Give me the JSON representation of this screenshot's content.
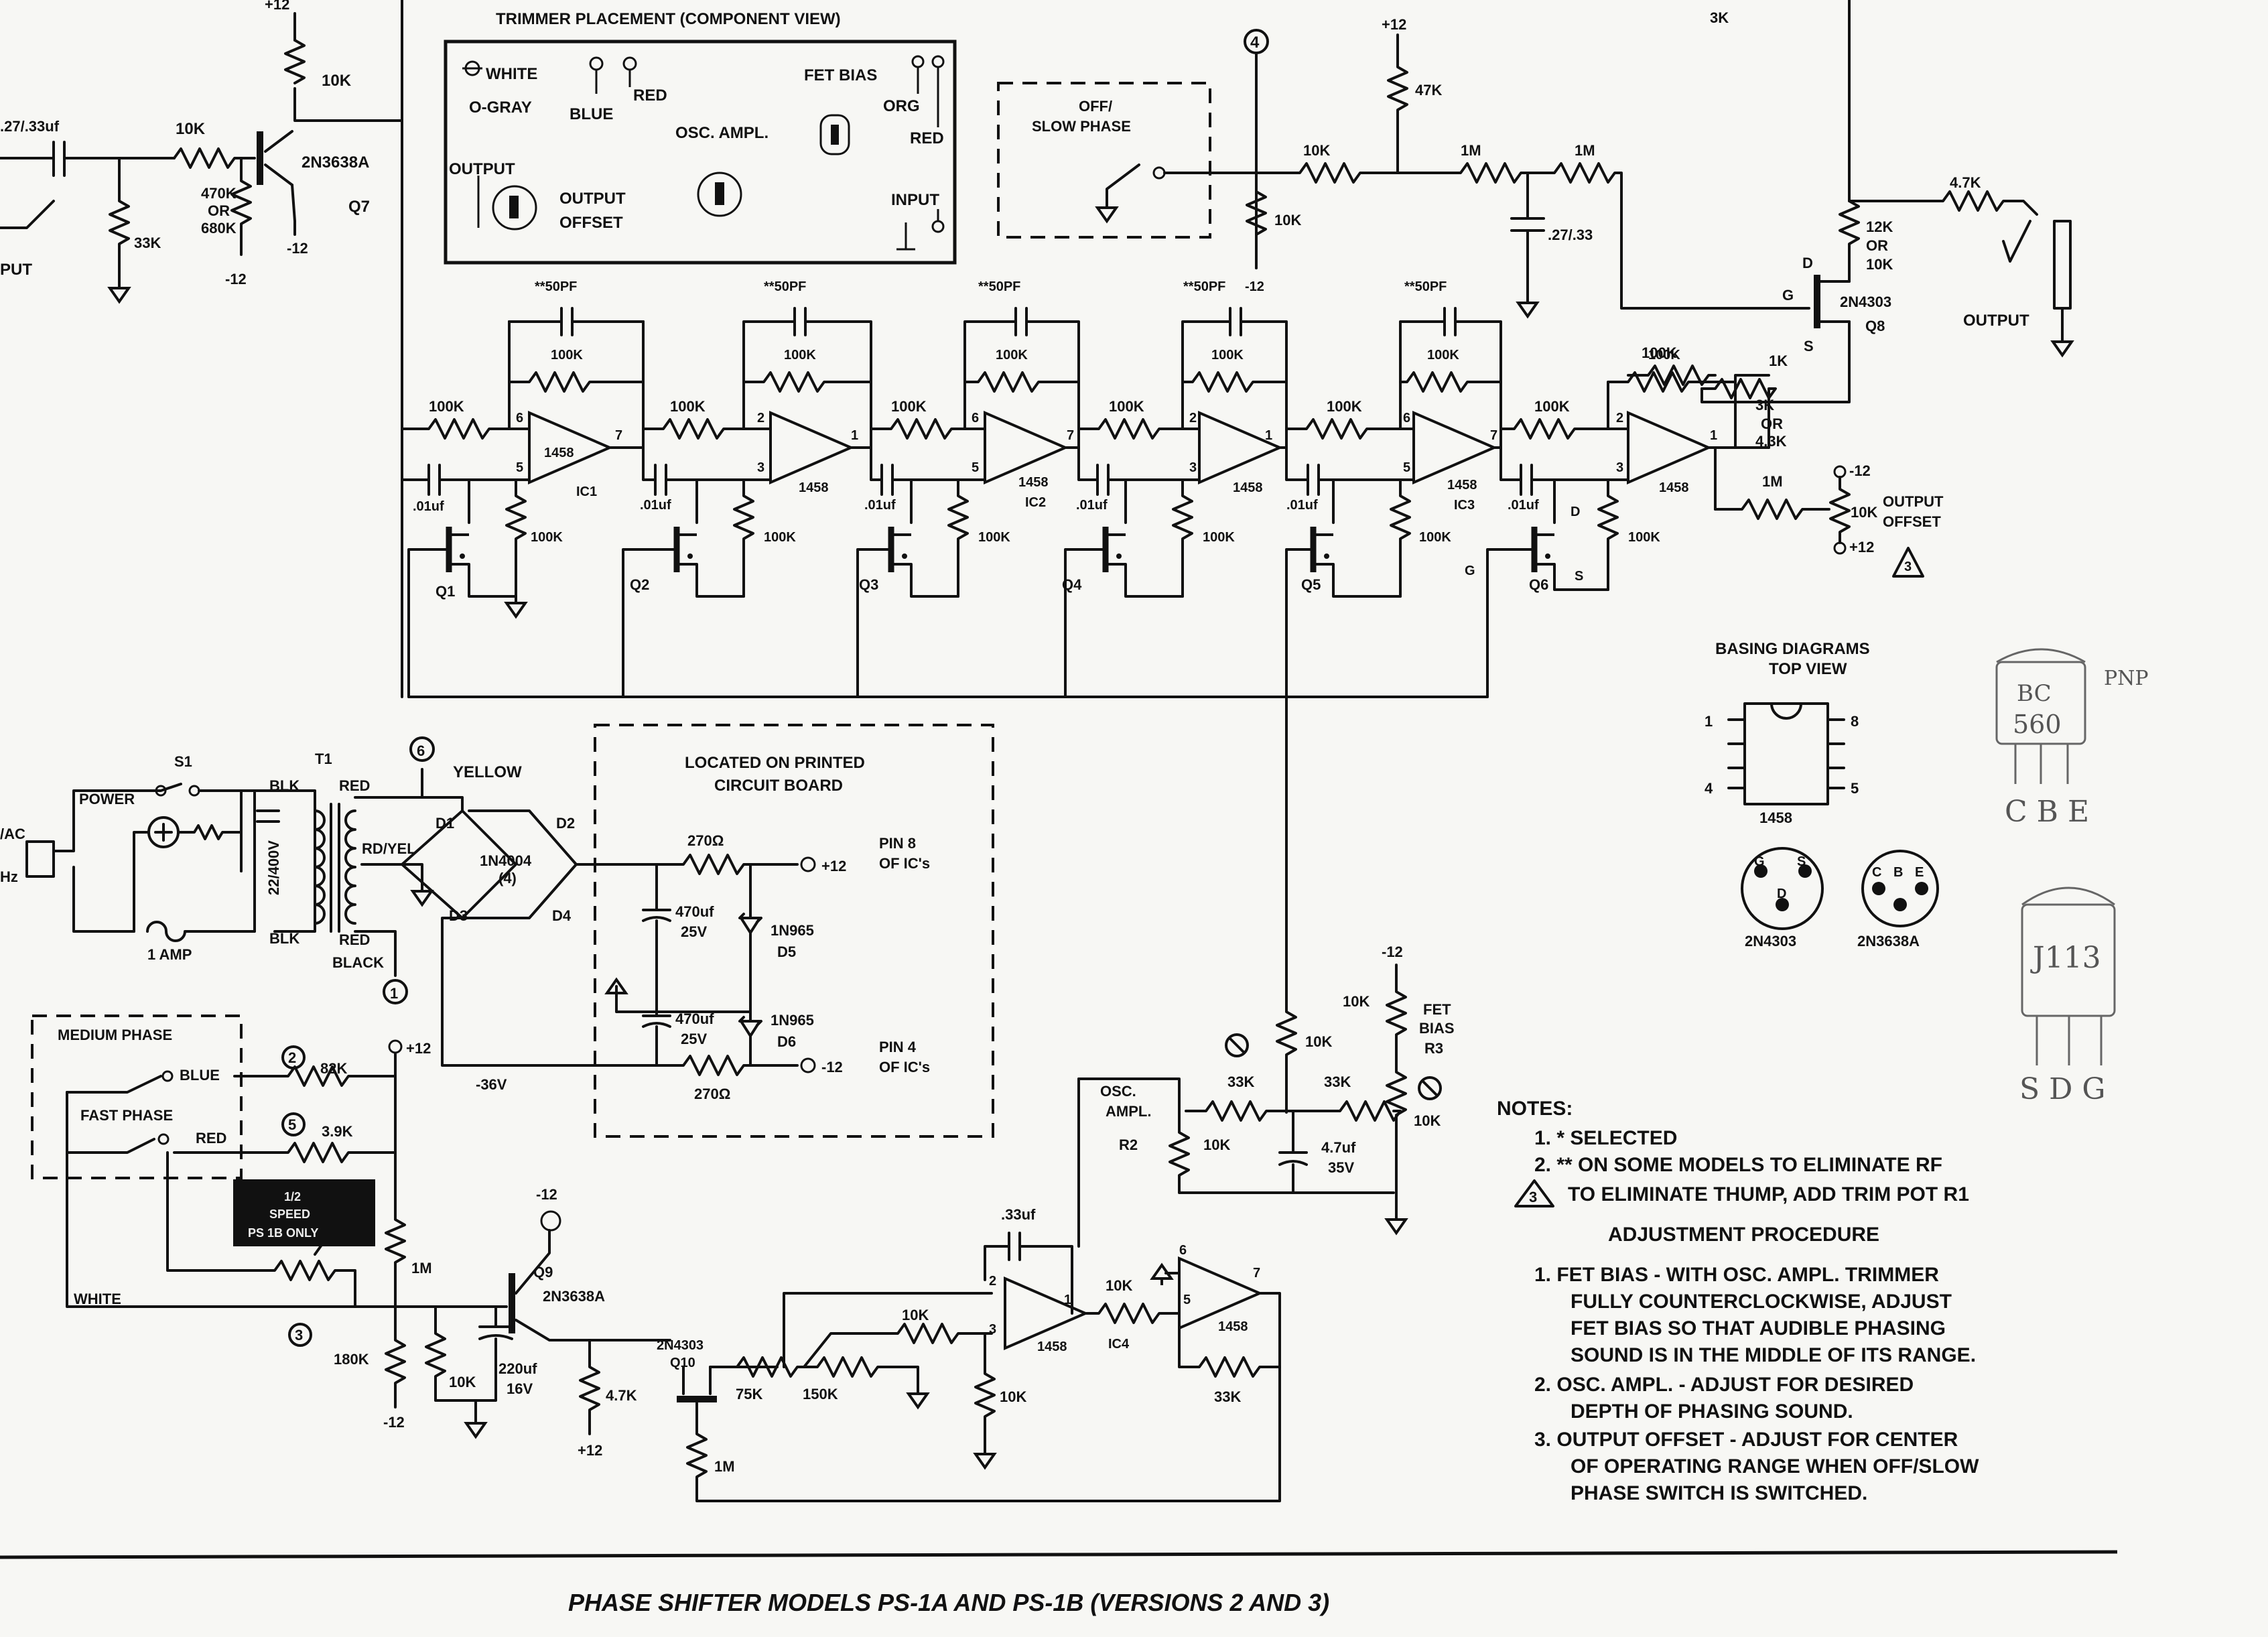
{
  "top_labels": {
    "trimmer_placement": "TRIMMER PLACEMENT (COMPONENT VIEW)",
    "top_right_3k": "3K",
    "input_cap": ".27/.33uf",
    "input_label": "PUT"
  },
  "trimmer_box": {
    "white": "WHITE",
    "gray": "O-GRAY",
    "blue": "BLUE",
    "red": "RED",
    "fet_bias": "FET BIAS",
    "org": "ORG",
    "red2": "RED",
    "osc_ampl": "OSC. AMPL.",
    "output": "OUTPUT",
    "output_offset_1": "OUTPUT",
    "output_offset_2": "OFFSET",
    "input": "INPUT"
  },
  "slow_phase": {
    "line1": "OFF/",
    "line2": "SLOW PHASE"
  },
  "input_stage": {
    "r_10k_top": "10K",
    "r_10k_in": "10K",
    "r_470k": "470K",
    "r_or": "OR",
    "r_680k": "680K",
    "r_33k": "33K",
    "q7_type": "2N3638A",
    "q7": "Q7",
    "plus12": "+12",
    "minus12_a": "-12",
    "minus12_b": "-12"
  },
  "stages": {
    "cap_50pf": "**50PF",
    "r_100k": "100K",
    "cap_01uf": ".01uf",
    "op_1458": "1458",
    "ic1": "IC1",
    "ic2": "IC2",
    "ic3": "IC3",
    "q1": "Q1",
    "q2": "Q2",
    "q3": "Q3",
    "q4": "Q4",
    "q5": "Q5",
    "q6": "Q6",
    "pin2": "2",
    "pin3": "3",
    "pin5": "5",
    "pin6": "6",
    "pin7": "7",
    "pin1": "1",
    "neg12": "-12",
    "d": "D",
    "g": "G",
    "s": "S"
  },
  "output_stage": {
    "node4": "4",
    "plus12": "+12",
    "r_47k": "47K",
    "r_10k": "10K",
    "r_1m_a": "1M",
    "r_1m_b": "1M",
    "r_10k_b": "10K",
    "cap_27": ".27/.33",
    "r_47k_out": "4.7K",
    "r_12k": "12K",
    "r_or": "OR",
    "r_10k_c": "10K",
    "q8_type": "2N4303",
    "q8": "Q8",
    "d": "D",
    "g": "G",
    "s": "S",
    "output": "OUTPUT",
    "r_1k": "1K",
    "r_3k": "3K",
    "r_or2": "OR",
    "r_43k": "4.3K",
    "r_100k": "100K",
    "r_1m_c": "1M",
    "m12": "-12",
    "p12": "+12",
    "pot_10k": "10K",
    "offset_1": "OUTPUT",
    "offset_2": "OFFSET",
    "tri3": "3"
  },
  "basing": {
    "title1": "BASING DIAGRAMS",
    "title2": "TOP VIEW",
    "pin1": "1",
    "pin4": "4",
    "pin8": "8",
    "pin5": "5",
    "ic": "1458",
    "fet": "2N4303",
    "fet_g": "G",
    "fet_s": "S",
    "fet_d": "D",
    "pnp": "2N3638A",
    "pnp_c": "C",
    "pnp_b": "B",
    "pnp_e": "E"
  },
  "handwritten": {
    "bc560_1": "BC",
    "bc560_2": "560",
    "pnp": "PNP",
    "cbe": "C B E",
    "j113": "J113",
    "sdg": "S D G"
  },
  "power_supply": {
    "ac": "/AC",
    "hz": "Hz",
    "s1": "S1",
    "power": "POWER",
    "t1": "T1",
    "blk": "BLK",
    "red": "RED",
    "blk2": "BLK",
    "v22": "22/400V",
    "amp": "1 AMP",
    "node6": "6",
    "yellow": "YELLOW",
    "rdyel": "RD/YEL",
    "red_black_1": "RED",
    "red_black_2": "BLACK",
    "node1": "1",
    "d1": "D1",
    "d2": "D2",
    "d3": "D3",
    "d4": "D4",
    "diode": "1N4004",
    "diode_n": "(4)",
    "v36": "-36V"
  },
  "pcb_box": {
    "line1": "LOCATED ON PRINTED",
    "line2": "CIRCUIT BOARD",
    "r270_a": "270Ω",
    "r270_b": "270Ω",
    "cap470_a": "470uf",
    "v25_a": "25V",
    "cap470_b": "470uf",
    "v25_b": "25V",
    "zener_a": "1N965",
    "d5": "D5",
    "zener_b": "1N965",
    "d6": "D6",
    "plus12": "+12",
    "minus12": "-12",
    "pin8_1": "PIN 8",
    "pin8_2": "OF IC's",
    "pin4_1": "PIN 4",
    "pin4_2": "OF IC's"
  },
  "lfo": {
    "medium": "MEDIUM PHASE",
    "fast": "FAST PHASE",
    "blue": "BLUE",
    "red": "RED",
    "white": "WHITE",
    "node2": "2",
    "node5": "5",
    "node3": "3",
    "r_82k": "82K",
    "r_39k": "3.9K",
    "plus12": "+12",
    "label_1": "1/2",
    "label_2": "SPEED",
    "label_3": "PS 1B ONLY",
    "r_1m": "1M",
    "r_180k": "180K",
    "m12": "-12",
    "q9": "Q9",
    "q9_type": "2N3638A",
    "m12_q9": "-12",
    "r_10k_e": "10K",
    "cap_220": "220uf",
    "v16": "16V",
    "r_47k": "4.7K",
    "p12": "+12",
    "q10_type": "2N4303",
    "q10": "Q10",
    "r_75k": "75K",
    "r_150k": "150K",
    "r_1m_b": "1M",
    "r_10k_a": "10K",
    "r_10k_b": "10K",
    "cap_33": ".33uf",
    "op1": "1458",
    "op2": "1458",
    "ic4": "IC4",
    "r_10k_c": "10K",
    "r_33k": "33K",
    "pin2": "2",
    "pin3": "3",
    "pin1": "1",
    "pin5": "5",
    "pin6": "6",
    "pin7": "7"
  },
  "trims": {
    "osc_ampl": "OSC.",
    "osc_ampl2": "AMPL.",
    "r2": "R2",
    "r_10k_pot": "10K",
    "r_33k_a": "33K",
    "r_33k_b": "33K",
    "r_10k_mid": "10K",
    "cap_47": "4.7uf",
    "v35": "35V",
    "m12": "-12",
    "r_10k_fet": "10K",
    "fet": "FET",
    "bias": "BIAS",
    "r3": "R3",
    "fet_pot": "10K"
  },
  "notes": {
    "title": "NOTES:",
    "n1": "1.  *   SELECTED",
    "n2": "2.  **  ON SOME MODELS TO ELIMINATE RF",
    "n3": "TO ELIMINATE THUMP, ADD TRIM POT R1",
    "tri": "3",
    "adj_title": "ADJUSTMENT PROCEDURE",
    "a1_1": "1.  FET BIAS - WITH OSC. AMPL. TRIMMER",
    "a1_2": "FULLY COUNTERCLOCKWISE, ADJUST",
    "a1_3": "FET BIAS SO THAT AUDIBLE PHASING",
    "a1_4": "SOUND IS IN THE MIDDLE OF ITS RANGE.",
    "a2_1": "2.  OSC. AMPL. - ADJUST FOR DESIRED",
    "a2_2": "DEPTH OF PHASING SOUND.",
    "a3_1": "3.  OUTPUT OFFSET - ADJUST FOR CENTER",
    "a3_2": "OF OPERATING  RANGE WHEN OFF/SLOW",
    "a3_3": "PHASE SWITCH IS SWITCHED."
  },
  "caption": "PHASE SHIFTER MODELS PS-1A AND PS-1B (VERSIONS 2 AND 3)"
}
